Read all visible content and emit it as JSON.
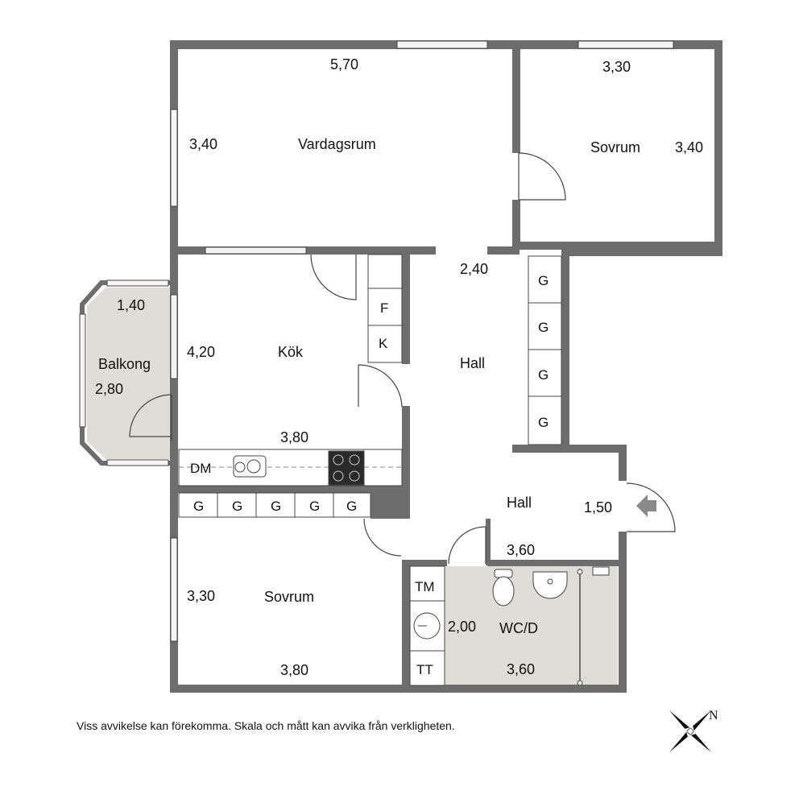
{
  "colors": {
    "wall": "#6d6d6d",
    "wet_floor": "#e0dcd8",
    "window": "#f4f4f4",
    "stroke": "#444444"
  },
  "rooms": {
    "vardagsrum": {
      "name": "Vardagsrum",
      "width": "5,70",
      "depth": "3,40"
    },
    "sovrum_top": {
      "name": "Sovrum",
      "width": "3,30",
      "depth": "3,40"
    },
    "kok": {
      "name": "Kök",
      "width": "3,80",
      "depth": "4,20"
    },
    "balkong": {
      "name": "Balkong",
      "width": "1,40",
      "depth": "2,80"
    },
    "hall_upper": {
      "name": "Hall",
      "width": "2,40"
    },
    "hall_lower": {
      "name": "Hall",
      "width": "3,60",
      "depth": "1,50"
    },
    "sovrum_bottom": {
      "name": "Sovrum",
      "width": "3,80",
      "depth": "3,30"
    },
    "wc": {
      "name": "WC/D",
      "width": "3,60",
      "depth": "2,00"
    }
  },
  "fixtures": {
    "dm": "DM",
    "fridge": "F",
    "freezer": "K",
    "wardrobe": "G",
    "tm": "TM",
    "tt": "TT"
  },
  "compass": {
    "north": "N"
  },
  "disclaimer": "Viss avvikelse kan förekomma. Skala och mått kan avvika från verkligheten."
}
